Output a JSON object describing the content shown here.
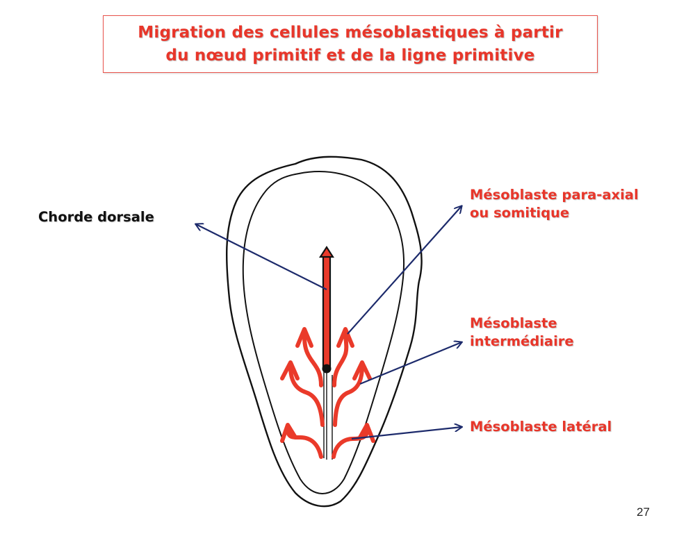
{
  "title": {
    "line1": "Migration des cellules mésoblastiques à partir",
    "line2": "du nœud primitif et de la ligne primitive"
  },
  "labels": {
    "chorde": "Chorde dorsale",
    "paraxial_line1": "Mésoblaste para-axial",
    "paraxial_line2": "ou somitique",
    "intermediaire_line1": "Mésoblaste",
    "intermediaire_line2": "intermédiaire",
    "lateral": "Mésoblaste latéral"
  },
  "page_number": "27",
  "colors": {
    "title_red": "#e8362a",
    "arrow_red": "#ea3a2a",
    "pointer_navy": "#1c2a6b",
    "outline_black": "#111111"
  }
}
